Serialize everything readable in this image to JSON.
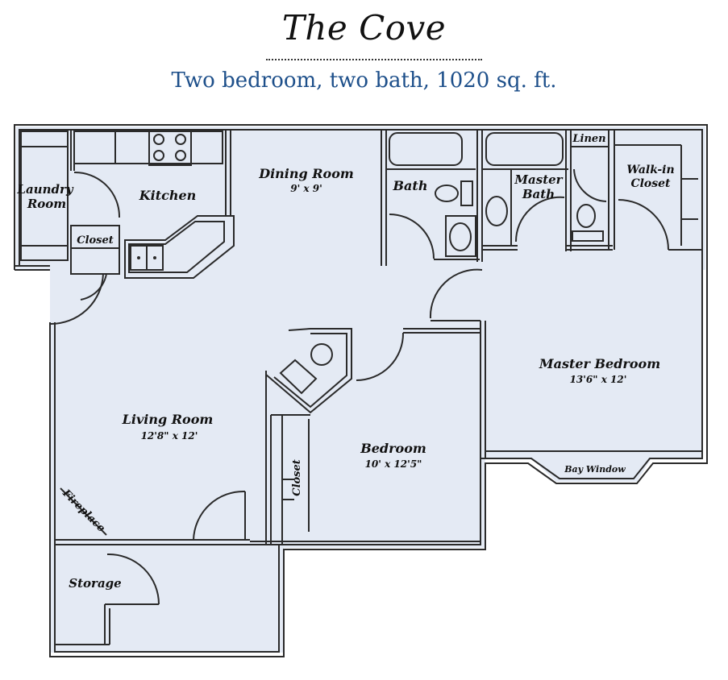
{
  "header": {
    "title": "The Cove",
    "subtitle": "Two bedroom, two bath, 1020 sq. ft."
  },
  "colors": {
    "floor_fill": "#e4eaf4",
    "wall_stroke": "#2a2a2a",
    "subtitle": "#1d4f8a"
  },
  "rooms": {
    "laundry": {
      "label_line1": "Laundry",
      "label_line2": "Room"
    },
    "kitchen": {
      "label": "Kitchen"
    },
    "closet_kitchen": {
      "label": "Closet"
    },
    "dining": {
      "label": "Dining Room",
      "size": "9' x 9'"
    },
    "bath": {
      "label": "Bath"
    },
    "master_bath": {
      "label_line1": "Master",
      "label_line2": "Bath"
    },
    "linen": {
      "label": "Linen"
    },
    "walkin_closet": {
      "label_line1": "Walk-in",
      "label_line2": "Closet"
    },
    "master_bedroom": {
      "label": "Master Bedroom",
      "size": "13'6\" x 12'"
    },
    "bay_window": {
      "label": "Bay Window"
    },
    "living": {
      "label": "Living Room",
      "size": "12'8\" x 12'"
    },
    "fireplace": {
      "label": "Fireplace"
    },
    "bedroom": {
      "label": "Bedroom",
      "size": "10' x 12'5\""
    },
    "closet_bedroom": {
      "label": "Closet"
    },
    "storage": {
      "label": "Storage"
    }
  }
}
